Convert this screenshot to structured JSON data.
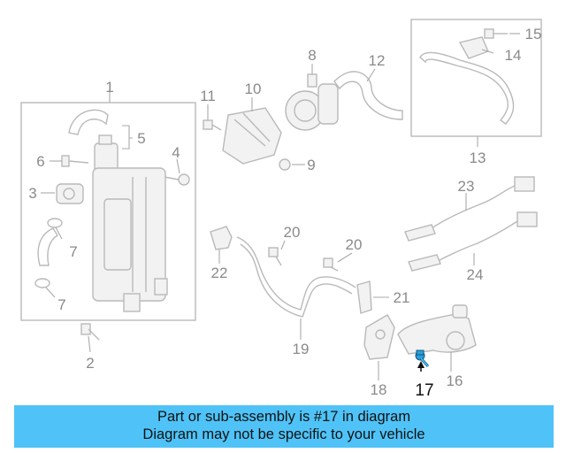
{
  "callouts": [
    "1",
    "2",
    "3",
    "4",
    "5",
    "6",
    "7",
    "7",
    "8",
    "9",
    "10",
    "11",
    "12",
    "13",
    "14",
    "15",
    "16",
    "17",
    "18",
    "19",
    "20",
    "20",
    "21",
    "22",
    "23",
    "24"
  ],
  "highlight_color": "#2e9fd8",
  "banner": {
    "line1": "Part or sub-assembly is #17 in diagram",
    "line2": "Diagram may not be specific to your vehicle",
    "color": "#4fc3f7"
  }
}
